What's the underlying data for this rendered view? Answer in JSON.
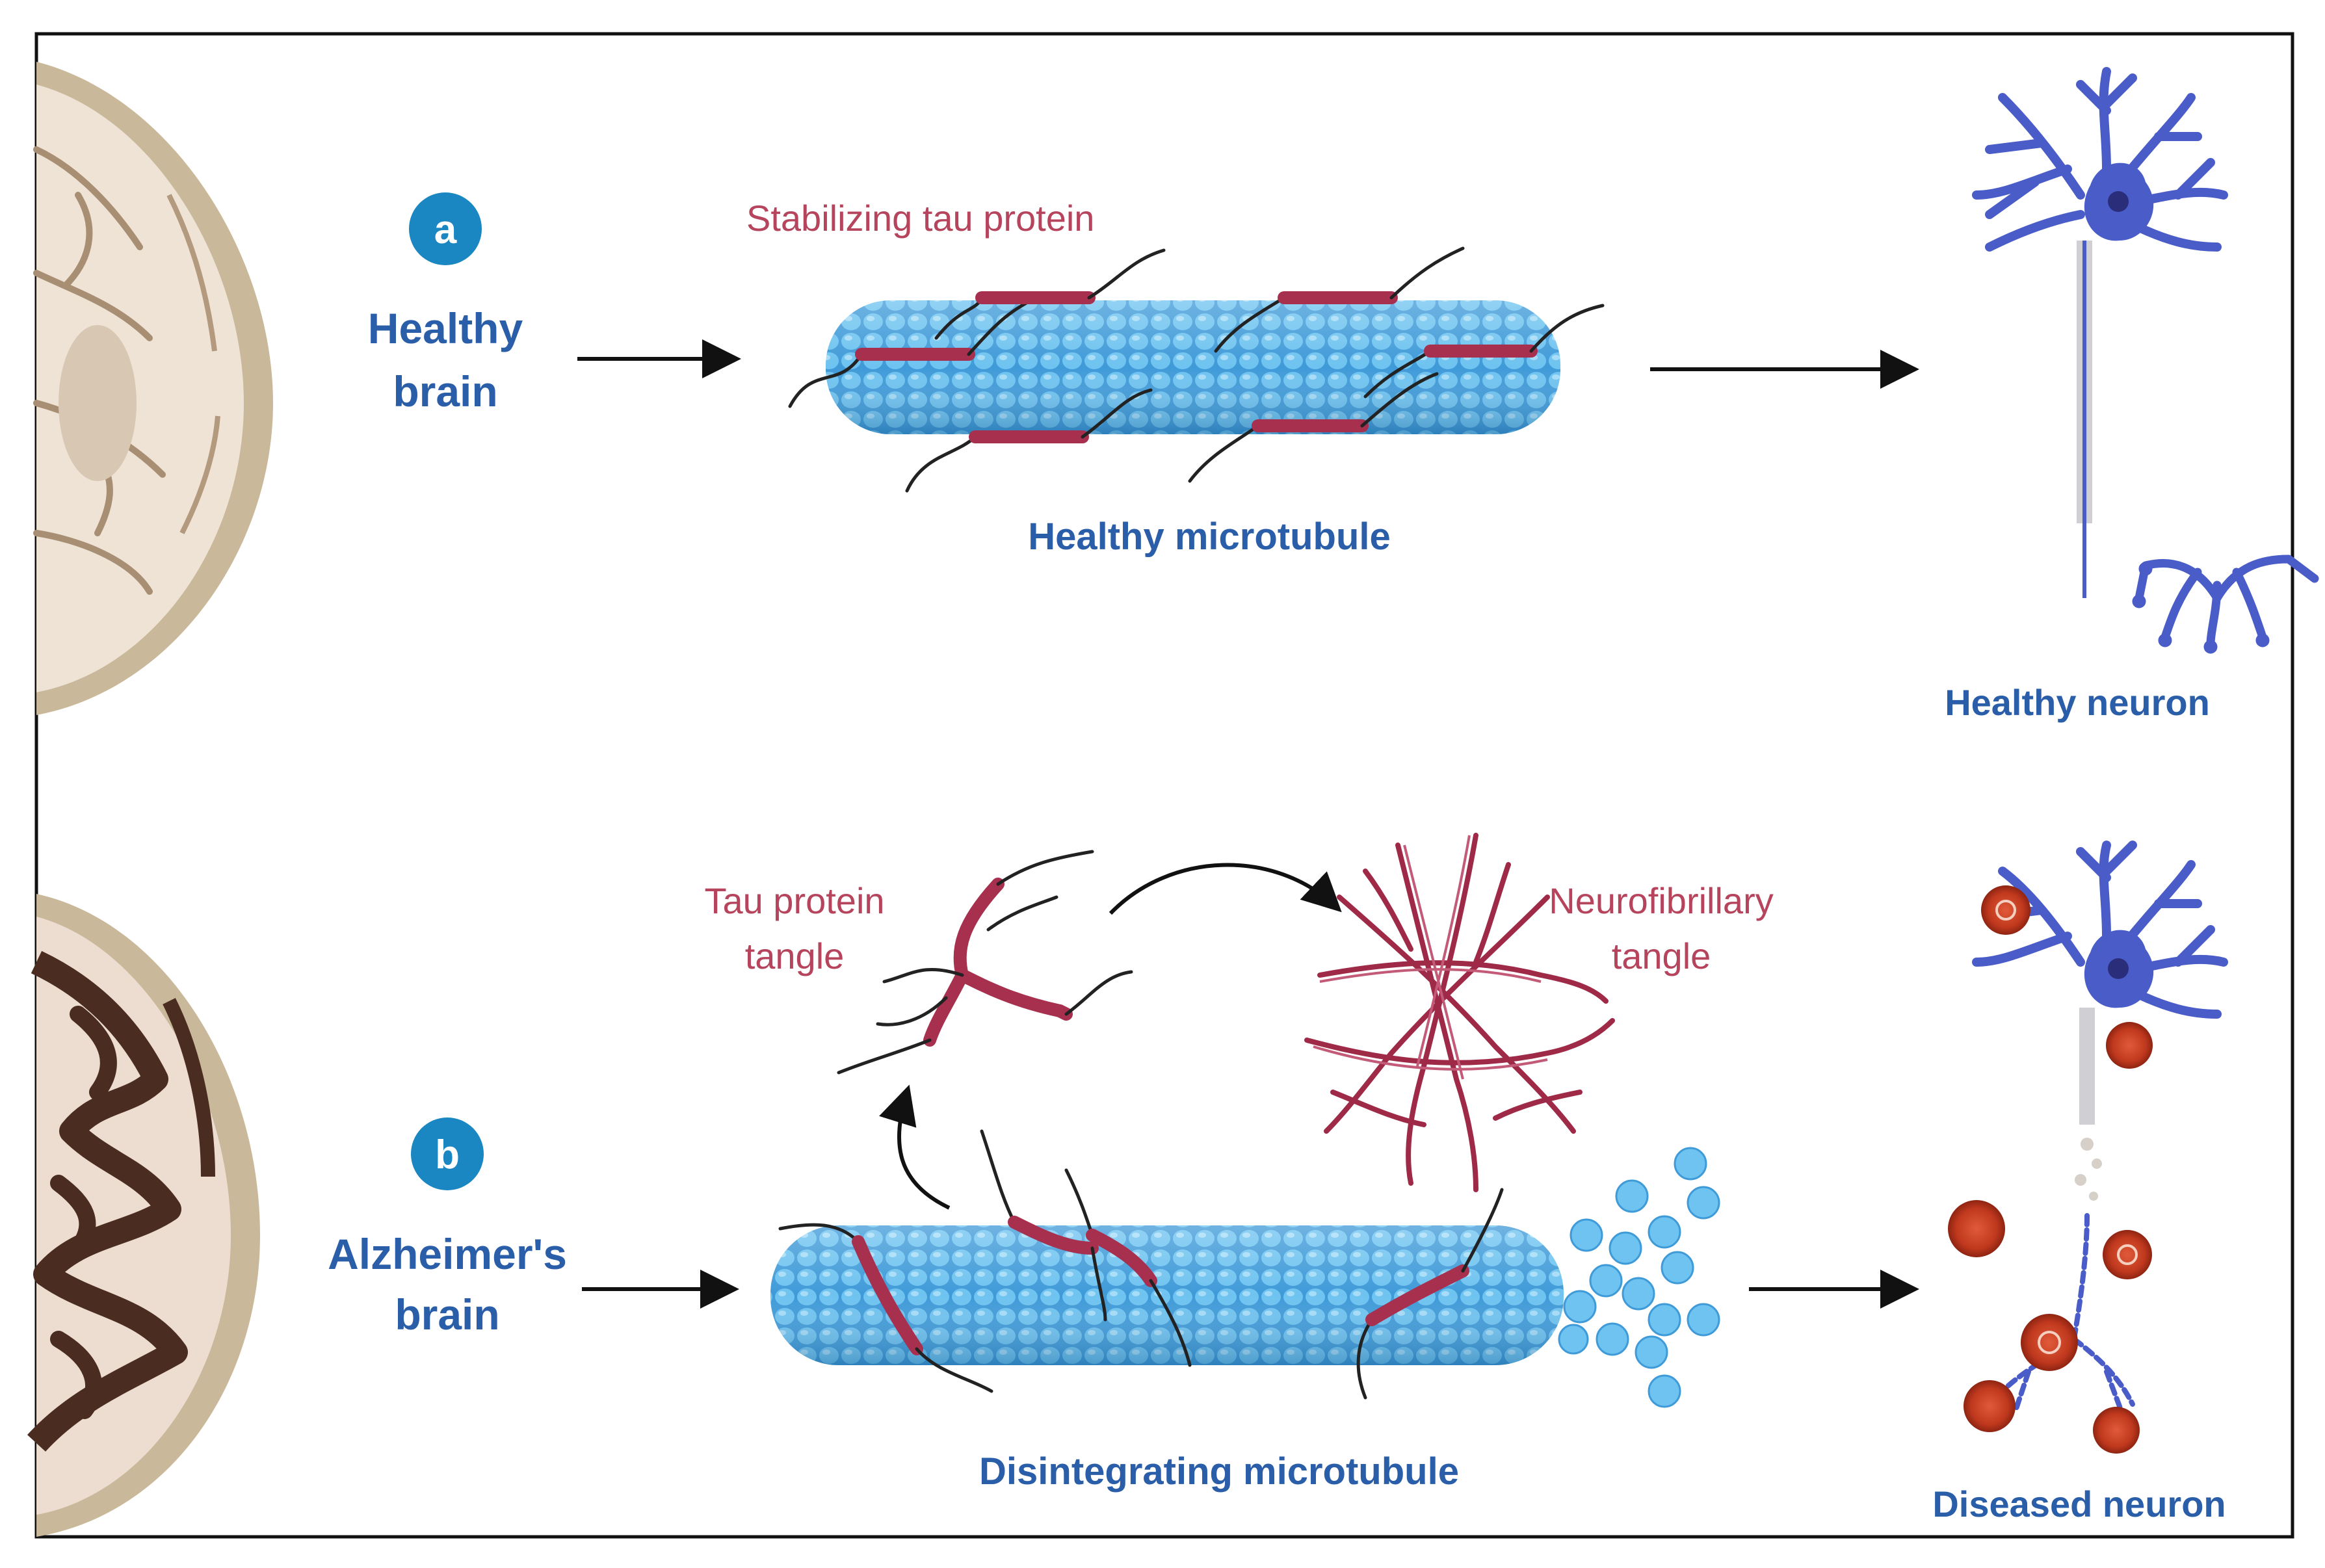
{
  "panel_a": {
    "badge": "a",
    "condition_line1": "Healthy",
    "condition_line2": "brain",
    "tau_label": "Stabilizing tau protein",
    "microtubule_label": "Healthy microtubule",
    "neuron_label": "Healthy neuron"
  },
  "panel_b": {
    "badge": "b",
    "condition_line1": "Alzheimer's",
    "condition_line2": "brain",
    "tangle_label_line1": "Tau protein",
    "tangle_label_line2": "tangle",
    "nft_label_line1": "Neurofibrillary",
    "nft_label_line2": "tangle",
    "microtubule_label": "Disintegrating microtubule",
    "neuron_label": "Diseased neuron"
  },
  "colors": {
    "label_blue": "#2a5ea8",
    "badge_blue": "#1a86c2",
    "tau_red": "#a8304f",
    "label_red": "#b5445c",
    "microtubule_blue": "#4aa8e0",
    "neuron_blue": "#4a5cc8",
    "plaque_red": "#c0391e"
  }
}
